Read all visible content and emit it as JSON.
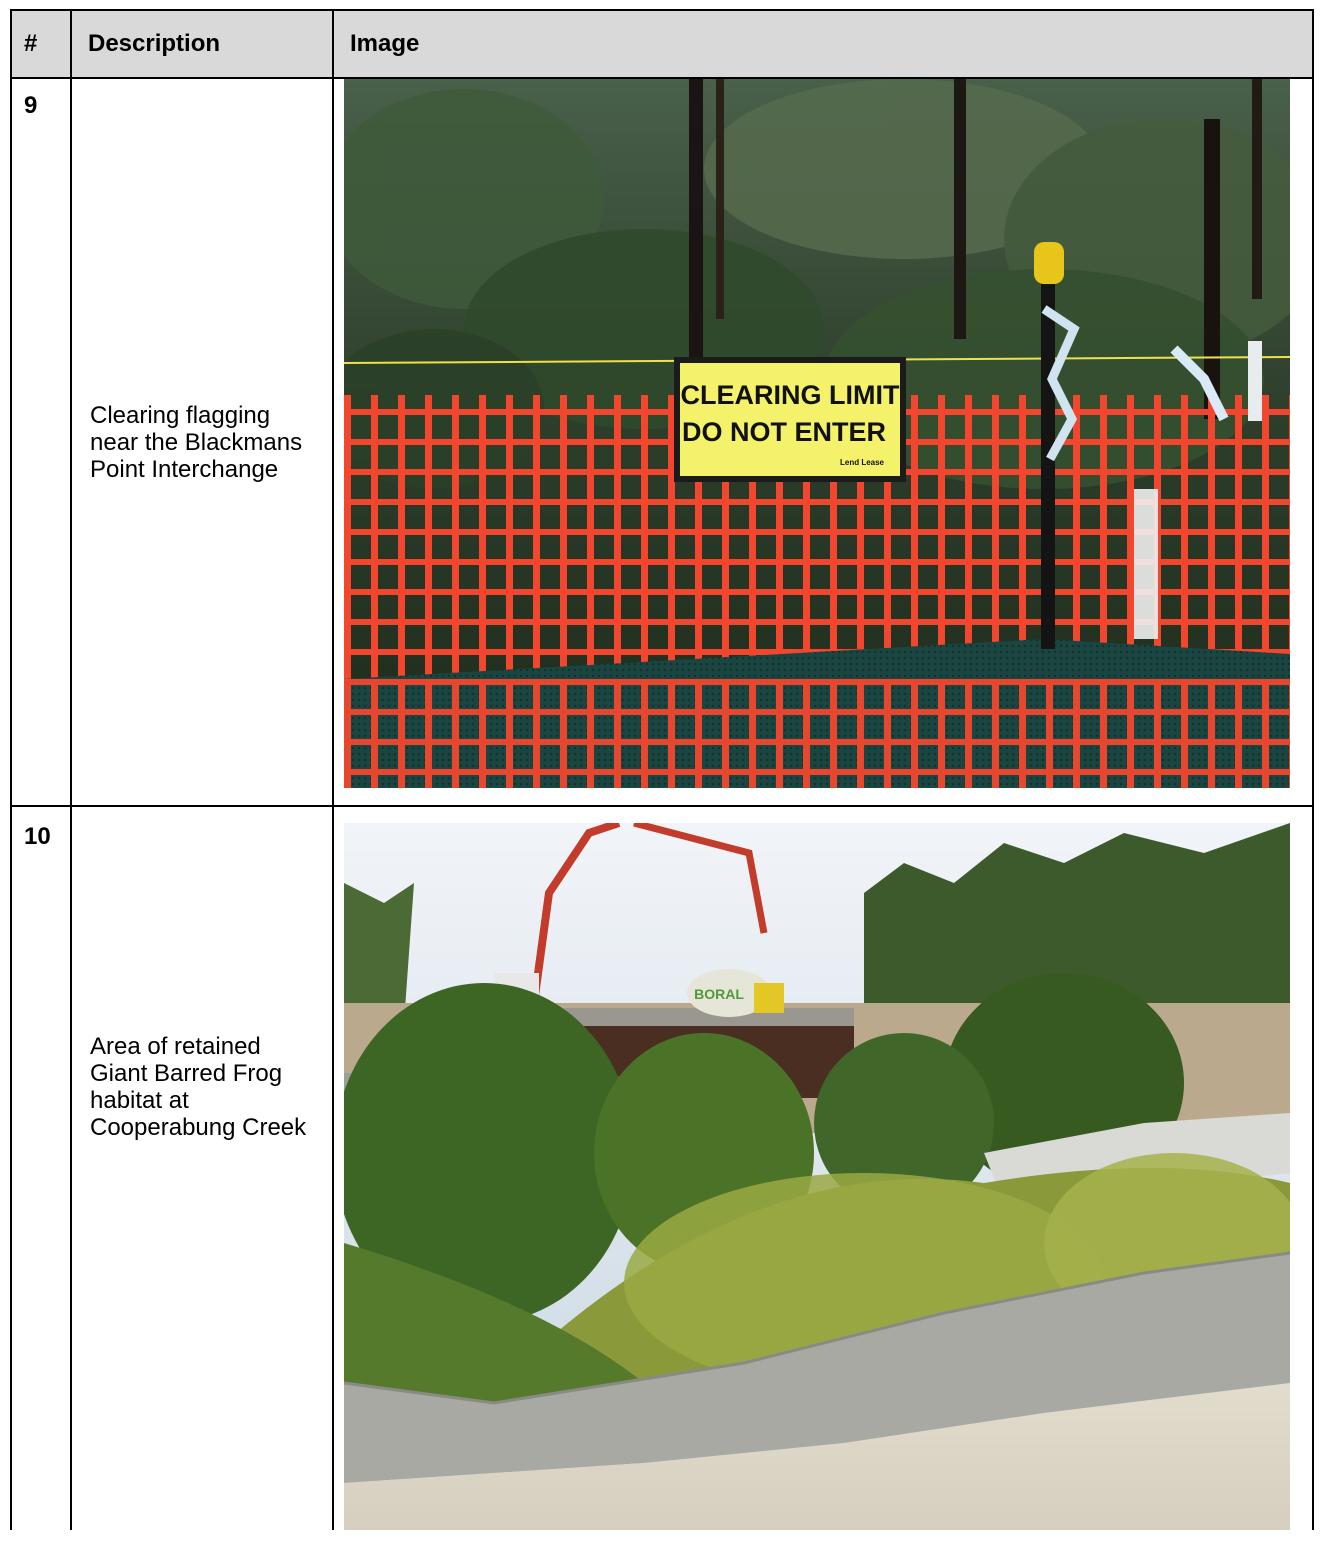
{
  "table": {
    "headers": {
      "num": "#",
      "description": "Description",
      "image": "Image"
    },
    "rows": [
      {
        "num": "9",
        "description": "Clearing flagging near the Blackmans Point Interchange",
        "sign": {
          "line1": "CLEARING LIMIT",
          "line2": "DO NOT ENTER",
          "brand": "Lend Lease"
        },
        "colors": {
          "mesh": "#f2462e",
          "sign": "#f4f26a",
          "shade_cloth": "#173d38"
        }
      },
      {
        "num": "10",
        "description": "Area of retained Giant Barred Frog habitat at Cooperabung Creek",
        "truck_text": "BORAL",
        "colors": {
          "sky": "#d9e4ee",
          "foliage": "#3f6b26",
          "silt_fence": "#a9a9a3"
        }
      }
    ]
  }
}
